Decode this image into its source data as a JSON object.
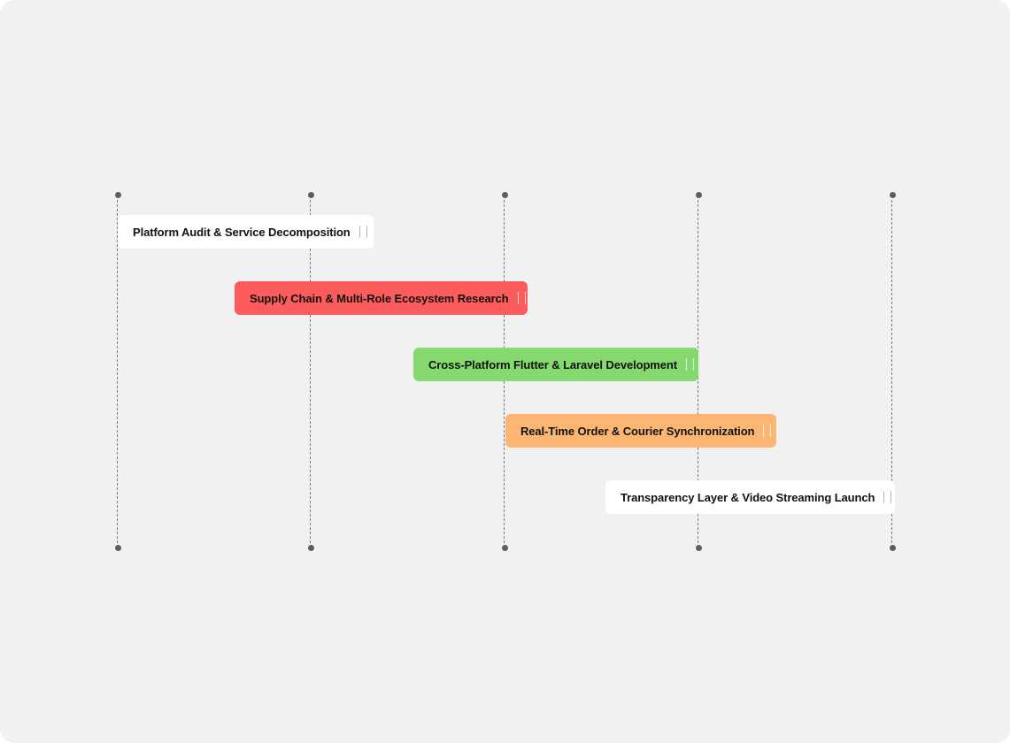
{
  "timeline": {
    "columns": 5,
    "tasks": [
      {
        "label": "Platform Audit & Service Decomposition",
        "color": "#ffffff",
        "handle_icon": "drag-handle-icon"
      },
      {
        "label": "Supply Chain & Multi-Role Ecosystem Research",
        "color": "#fd5c5c",
        "handle_icon": "drag-handle-icon"
      },
      {
        "label": "Cross-Platform Flutter & Laravel Development",
        "color": "#86d96f",
        "handle_icon": "drag-handle-icon"
      },
      {
        "label": "Real-Time Order & Courier Synchronization",
        "color": "#fbb673",
        "handle_icon": "drag-handle-icon"
      },
      {
        "label": "Transparency Layer & Video Streaming Launch",
        "color": "#ffffff",
        "handle_icon": "drag-handle-icon"
      }
    ]
  }
}
